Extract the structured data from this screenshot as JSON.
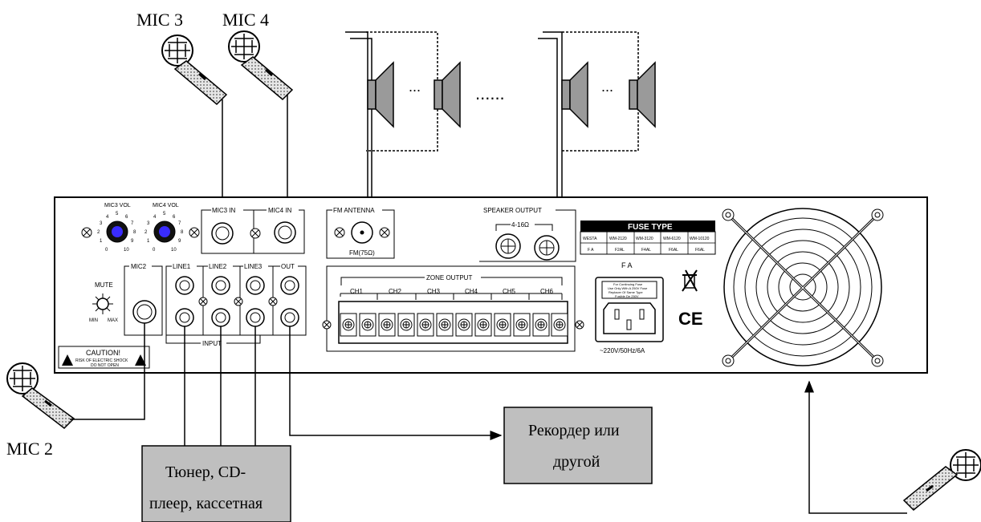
{
  "mic_labels": {
    "mic3": "MIC 3",
    "mic4": "MIC 4",
    "mic2": "MIC 2"
  },
  "panel": {
    "mic3_vol": "MIC3 VOL",
    "mic4_vol": "MIC4 VOL",
    "knob_scale": [
      "0",
      "1",
      "2",
      "3",
      "4",
      "5",
      "6",
      "7",
      "8",
      "9",
      "10"
    ],
    "mic3_in": "MIC3 IN",
    "mic4_in": "MIC4 IN",
    "fm_antenna": "FM ANTENNA",
    "fm_ohm": "FM(75Ω)",
    "speaker_output": "SPEAKER OUTPUT",
    "speaker_impedance": "4-16Ω",
    "mic2": "MIC2",
    "line1": "LINE1",
    "line2": "LINE2",
    "line3": "LINE3",
    "out": "OUT",
    "input": "INPUT",
    "mute": "MUTE",
    "mute_min": "MIN",
    "mute_max": "MAX",
    "caution_title": "CAUTION!",
    "caution_line1": "RISK OF ELECTRIC SHOCK",
    "caution_line2": "DO NOT OPEN",
    "zone_output": "ZONE OUTPUT",
    "channels": [
      "CH1",
      "CH2",
      "CH3",
      "CH4",
      "CH5",
      "CH6"
    ],
    "fuse_type_title": "FUSE TYPE",
    "fuse_models": [
      "WESTA",
      "WM-2120",
      "WM-3120",
      "WM-6120",
      "WM-10120"
    ],
    "fuse_values": [
      "F A",
      "F2AL",
      "F4AL",
      "F6AL",
      "F6AL"
    ],
    "fa_label": "F A",
    "power_text": [
      "For Continuing Fuse",
      "Use Only With A 250V Fuse",
      "Replacer Of Same Type",
      "Fusible De 250V"
    ],
    "power_rating": "~220V/50Hz/6A",
    "ce_mark": "CE"
  },
  "boxes": {
    "recorder": "Рекордер или другой",
    "recorder_line1": "Рекордер или",
    "recorder_line2": "другой",
    "tuner_line1": "Тюнер, CD-",
    "tuner_line2": "плеер, кассетная"
  },
  "dots_short": "...",
  "dots_long": "......",
  "colors": {
    "line": "#000000",
    "box_fill": "#bfbfbf",
    "speaker_fill": "#9a9a9a",
    "knob_accent": "#3a2cff",
    "mic_body": "#d8d8d8"
  }
}
